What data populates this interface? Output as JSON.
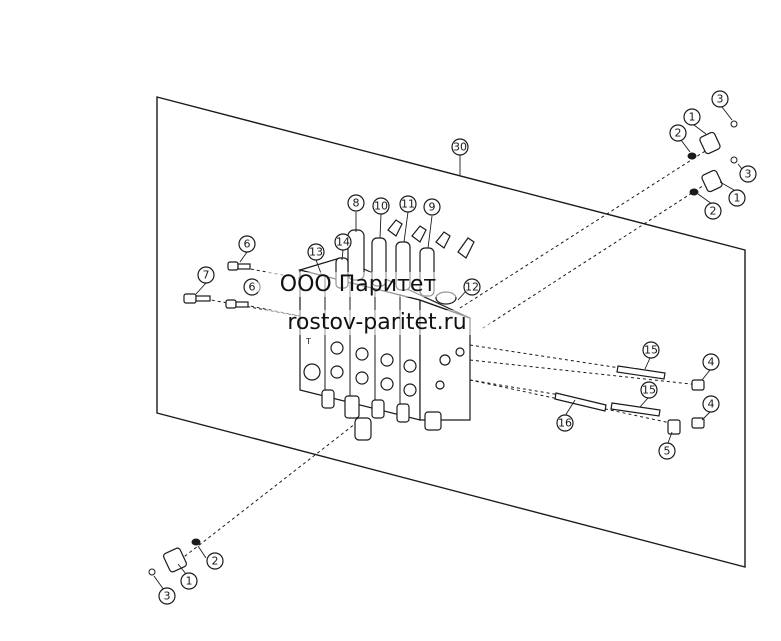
{
  "watermark": {
    "line1": "ООО Паритет",
    "line2": "rostov-paritet.ru"
  },
  "callouts": {
    "c30": "30",
    "c8": "8",
    "c10": "10",
    "c11": "11",
    "c9": "9",
    "c13": "13",
    "c14": "14",
    "c12": "12",
    "c6a": "6",
    "c6b": "6",
    "c7": "7",
    "c15a": "15",
    "c15b": "15",
    "c16": "16",
    "c4a": "4",
    "c4b": "4",
    "c5": "5",
    "c1a": "1",
    "c2a": "2",
    "c3a": "3",
    "c1b": "1",
    "c2b": "2",
    "c3b": "3",
    "c1c": "1",
    "c2c": "2",
    "c3c": "3"
  },
  "valve_port_label": "T"
}
